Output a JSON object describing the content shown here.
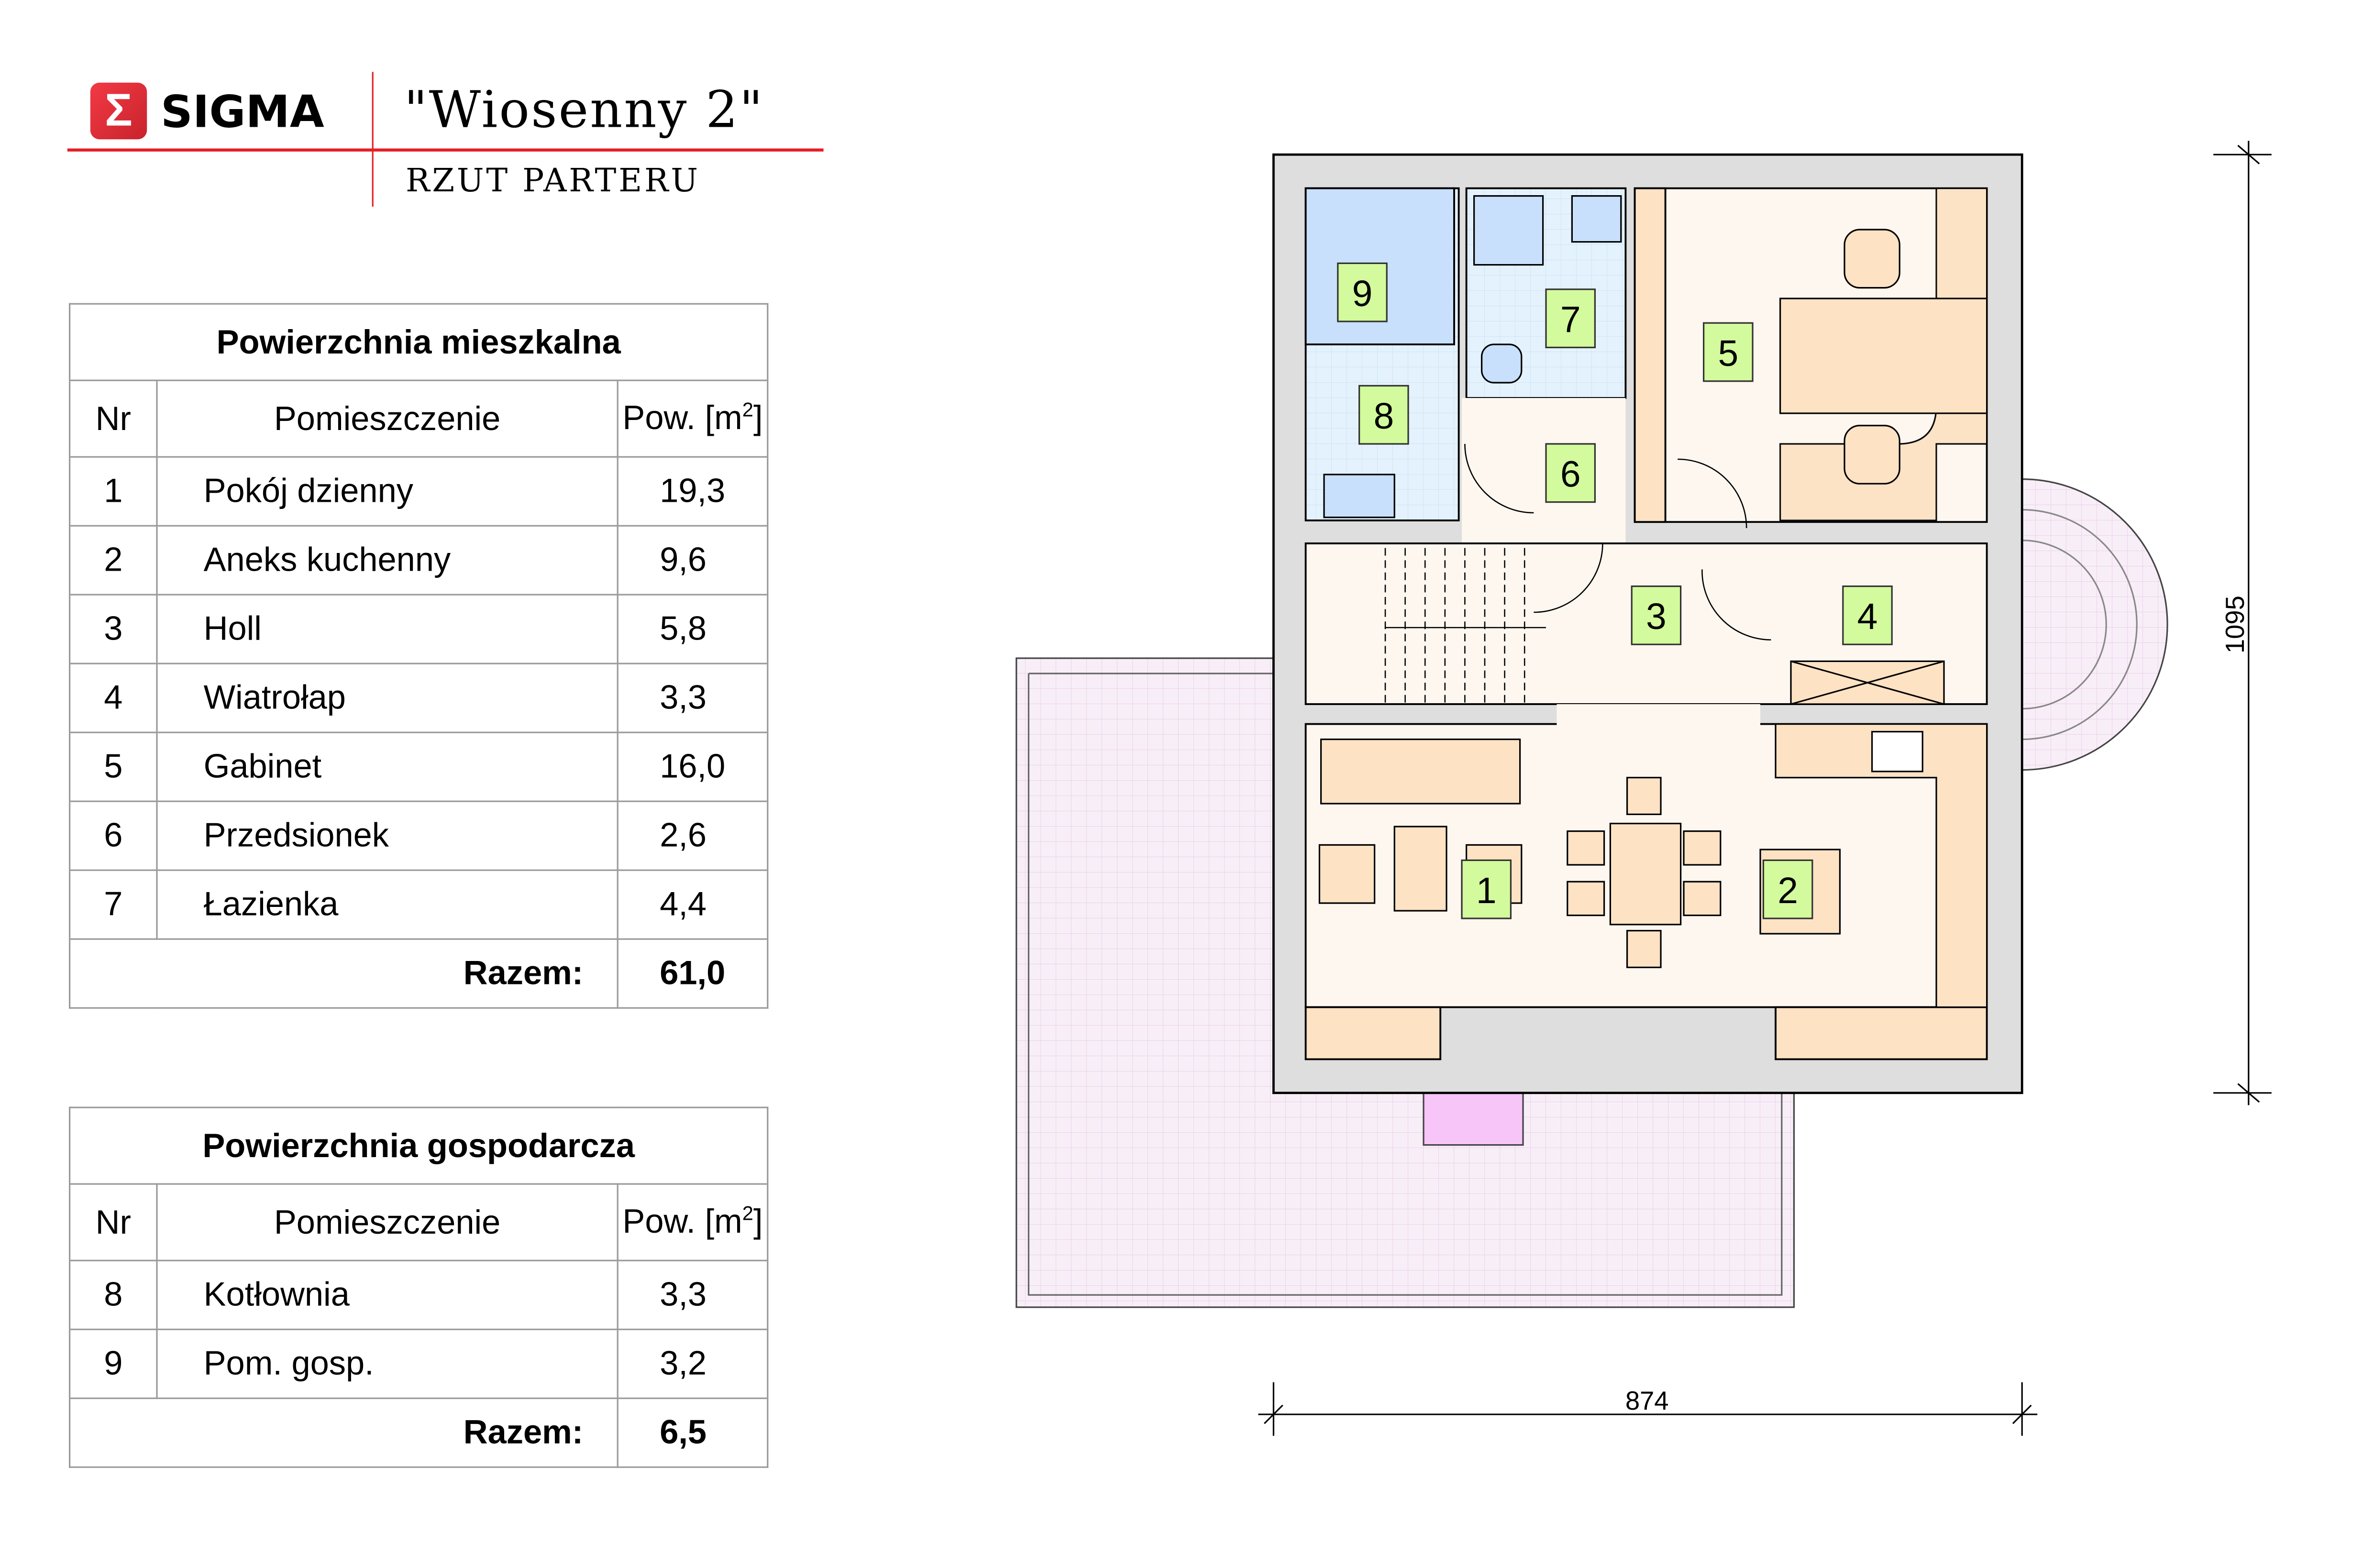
{
  "header": {
    "logo_text": "SIGMA",
    "logo_symbol": "Σ",
    "title": "\"Wiosenny 2\"",
    "subtitle": "RZUT PARTERU"
  },
  "living_table": {
    "title": "Powierzchnia mieszkalna",
    "columns": [
      "Nr",
      "Pomieszczenie",
      "Pow. [m",
      "2",
      "]"
    ],
    "rows": [
      {
        "nr": "1",
        "name": "Pokój dzienny",
        "area": "19,3"
      },
      {
        "nr": "2",
        "name": "Aneks kuchenny",
        "area": "9,6"
      },
      {
        "nr": "3",
        "name": "Holl",
        "area": "5,8"
      },
      {
        "nr": "4",
        "name": "Wiatrołap",
        "area": "3,3"
      },
      {
        "nr": "5",
        "name": "Gabinet",
        "area": "16,0"
      },
      {
        "nr": "6",
        "name": "Przedsionek",
        "area": "2,6"
      },
      {
        "nr": "7",
        "name": "Łazienka",
        "area": "4,4"
      }
    ],
    "total_label": "Razem:",
    "total": "61,0"
  },
  "utility_table": {
    "title": "Powierzchnia gospodarcza",
    "columns": [
      "Nr",
      "Pomieszczenie",
      "Pow. [m",
      "2",
      "]"
    ],
    "rows": [
      {
        "nr": "8",
        "name": "Kotłownia",
        "area": "3,3"
      },
      {
        "nr": "9",
        "name": "Pom. gosp.",
        "area": "3,2"
      }
    ],
    "total_label": "Razem:",
    "total": "6,5"
  },
  "plan": {
    "room_labels": [
      "1",
      "2",
      "3",
      "4",
      "5",
      "6",
      "7",
      "8",
      "9"
    ],
    "dim_height": "1095",
    "dim_width": "874",
    "colors": {
      "wall": "#dedede",
      "floor": "#fdf7f0",
      "wet": "#e4f2fd",
      "furniture": "#fde2c4",
      "terrace": "#f8eef8",
      "label": "#d3fa9c",
      "accent": "#e41e25"
    }
  }
}
